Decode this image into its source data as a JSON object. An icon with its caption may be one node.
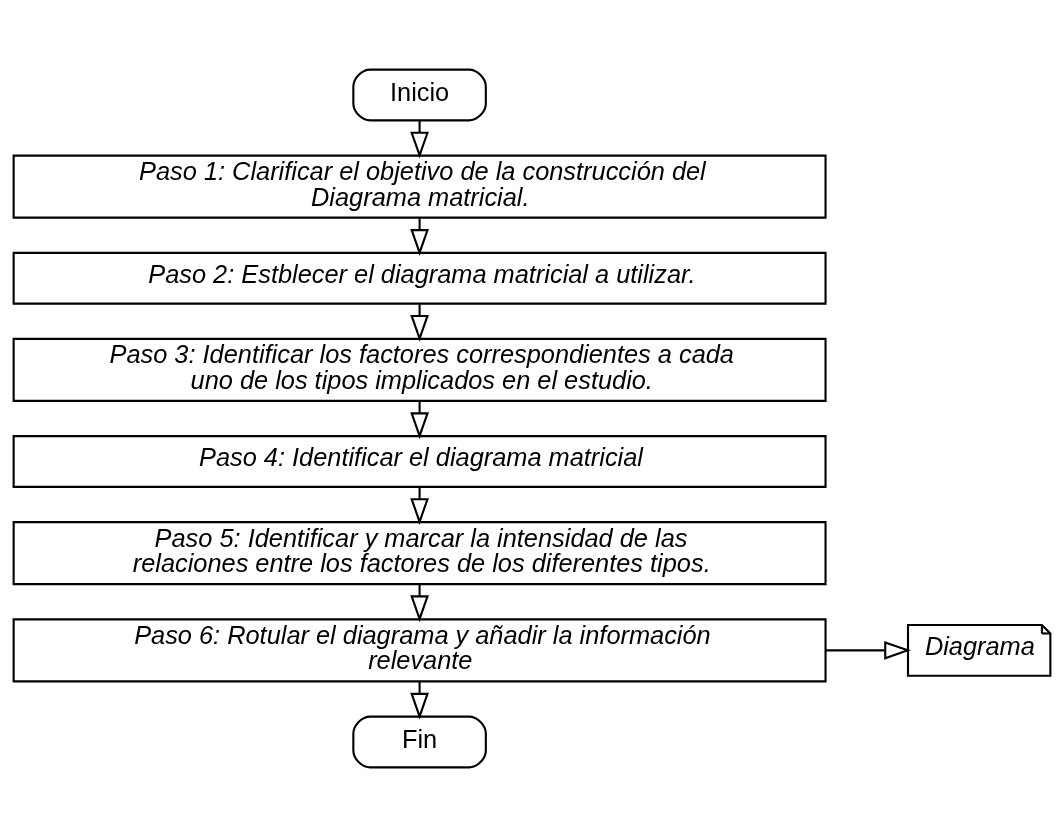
{
  "diagram": {
    "nodes": [
      {
        "text": [
          "Inicio"
        ]
      },
      {
        "text": [
          "Paso 1: Clarificar el objetivo de la construcción del Diagrama matricial."
        ]
      },
      {
        "text": [
          "Paso 2: Estblecer el diagrama matricial a utilizar."
        ]
      },
      {
        "text": [
          "Paso 3: Identificar los factores correspondientes a cada uno de los tipos implicados en el estudio."
        ]
      },
      {
        "text": [
          "Paso 4: Identificar el diagrama matricial"
        ]
      },
      {
        "text": [
          "Paso 5: Identificar y marcar la intensidad de las relaciones entre los factores de los diferentes tipos."
        ]
      },
      {
        "text": [
          "Paso 6: Rotular el diagrama y añadir la información relevante"
        ]
      },
      {
        "text": [
          "Diagrama"
        ]
      },
      {
        "text": [
          "Fin"
        ]
      }
    ],
    "edges": [
      {
        "from": 0,
        "to": 1,
        "arrow": "to"
      },
      {
        "from": 1,
        "to": 2,
        "arrow": "to"
      },
      {
        "from": 2,
        "to": 3,
        "arrow": "to"
      },
      {
        "from": 3,
        "to": 4,
        "arrow": "to"
      },
      {
        "from": 4,
        "to": 5,
        "arrow": "to"
      },
      {
        "from": 5,
        "to": 6,
        "arrow": "to"
      },
      {
        "from": 6,
        "to": 7,
        "arrow": "to"
      },
      {
        "from": 6,
        "to": 8,
        "arrow": "to"
      }
    ]
  }
}
